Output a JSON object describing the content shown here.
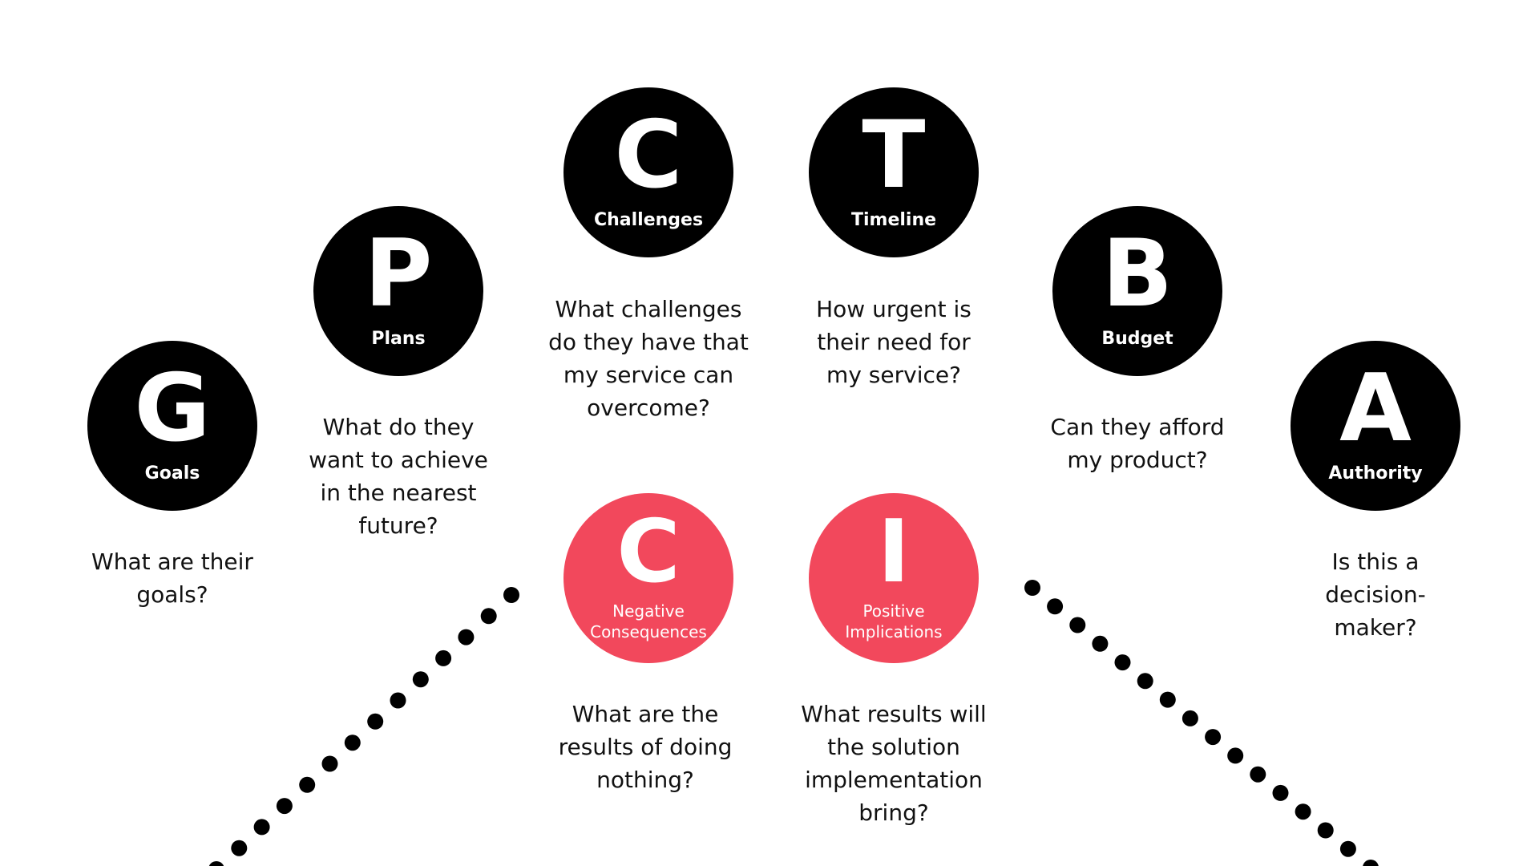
{
  "nodes": [
    {
      "letter": "G",
      "label": "Goals",
      "question": "What are their goals?"
    },
    {
      "letter": "P",
      "label": "Plans",
      "question": "What do they want to achieve in the nearest future?"
    },
    {
      "letter": "C",
      "label": "Challenges",
      "question": "What challenges do they have that my service can overcome?"
    },
    {
      "letter": "T",
      "label": "Timeline",
      "question": "How urgent is their need for my service?"
    },
    {
      "letter": "B",
      "label": "Budget",
      "question": "Can they afford my product?"
    },
    {
      "letter": "A",
      "label": "Authority",
      "question": "Is this a decision-maker?"
    },
    {
      "letter": "C",
      "label": "Negative Consequences",
      "question": "What are the results of doing nothing?"
    },
    {
      "letter": "I",
      "label": "Positive Implications",
      "question": "What results will the solution implementation bring?"
    }
  ],
  "colors": {
    "dark_circle": "#000000",
    "red_circle": "#f2485c",
    "text": "#111111",
    "dots": "#000000"
  }
}
